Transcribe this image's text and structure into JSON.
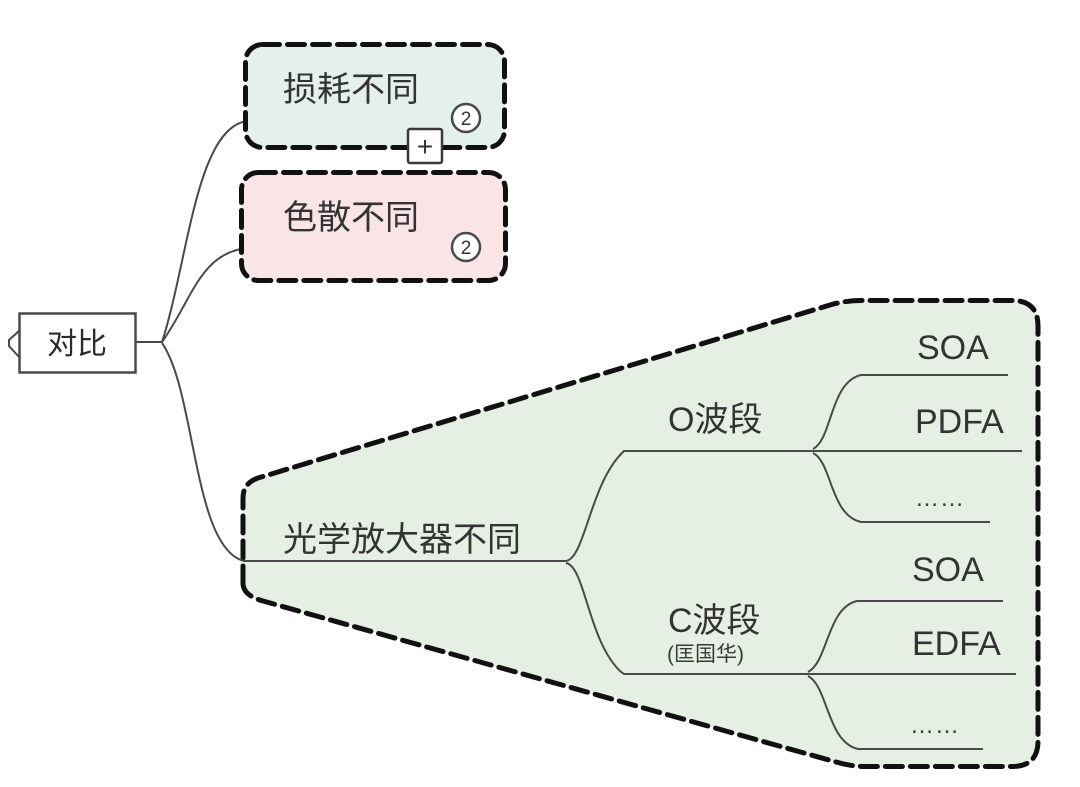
{
  "root": {
    "label": "对比"
  },
  "branches": [
    {
      "label": "损耗不同",
      "badge": "2",
      "expand_label": "+",
      "fill": "#e3f0ec"
    },
    {
      "label": "色散不同",
      "badge": "2",
      "fill": "#f9e5e6"
    },
    {
      "label": "光学放大器不同",
      "fill": "#e6efe3",
      "children": [
        {
          "label": "O波段",
          "children": [
            {
              "label": "SOA"
            },
            {
              "label": "PDFA"
            },
            {
              "label": "……"
            }
          ]
        },
        {
          "label": "C波段",
          "note": "(匡国华)",
          "children": [
            {
              "label": "SOA"
            },
            {
              "label": "EDFA"
            },
            {
              "label": "……"
            }
          ]
        }
      ]
    }
  ],
  "colors": {
    "border": "#111111",
    "line": "#4a4a4a",
    "text": "#333333",
    "node_background": "#ffffff"
  }
}
